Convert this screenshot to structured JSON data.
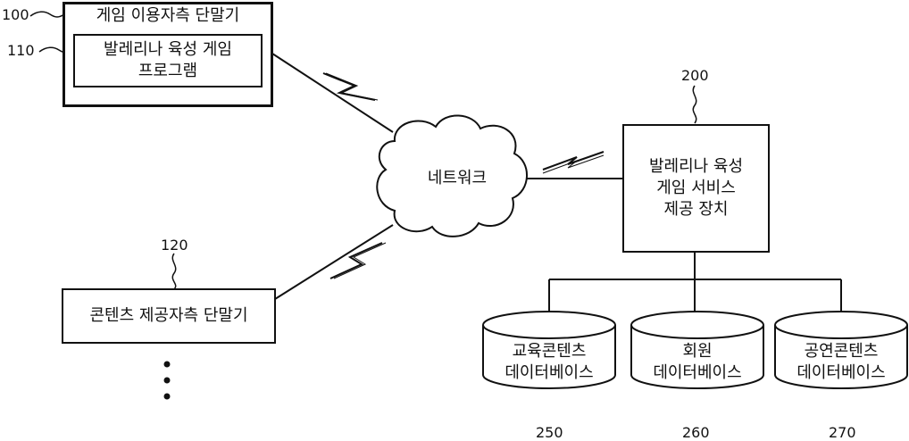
{
  "terminal_user": {
    "ref": "100",
    "title": "게임 이용자측 단말기",
    "program": {
      "ref": "110",
      "line1": "발레리나 육성 게임",
      "line2": "프로그램"
    }
  },
  "network": {
    "label": "네트워크"
  },
  "terminal_provider": {
    "ref": "120",
    "title": "콘텐츠 제공자측 단말기"
  },
  "server": {
    "ref": "200",
    "line1": "발레리나 육성",
    "line2": "게임 서비스",
    "line3": "제공 장치"
  },
  "databases": [
    {
      "ref": "250",
      "line1": "교육콘텐츠",
      "line2": "데이터베이스"
    },
    {
      "ref": "260",
      "line1": "회원",
      "line2": "데이터베이스"
    },
    {
      "ref": "270",
      "line1": "공연콘텐츠",
      "line2": "데이터베이스"
    }
  ]
}
